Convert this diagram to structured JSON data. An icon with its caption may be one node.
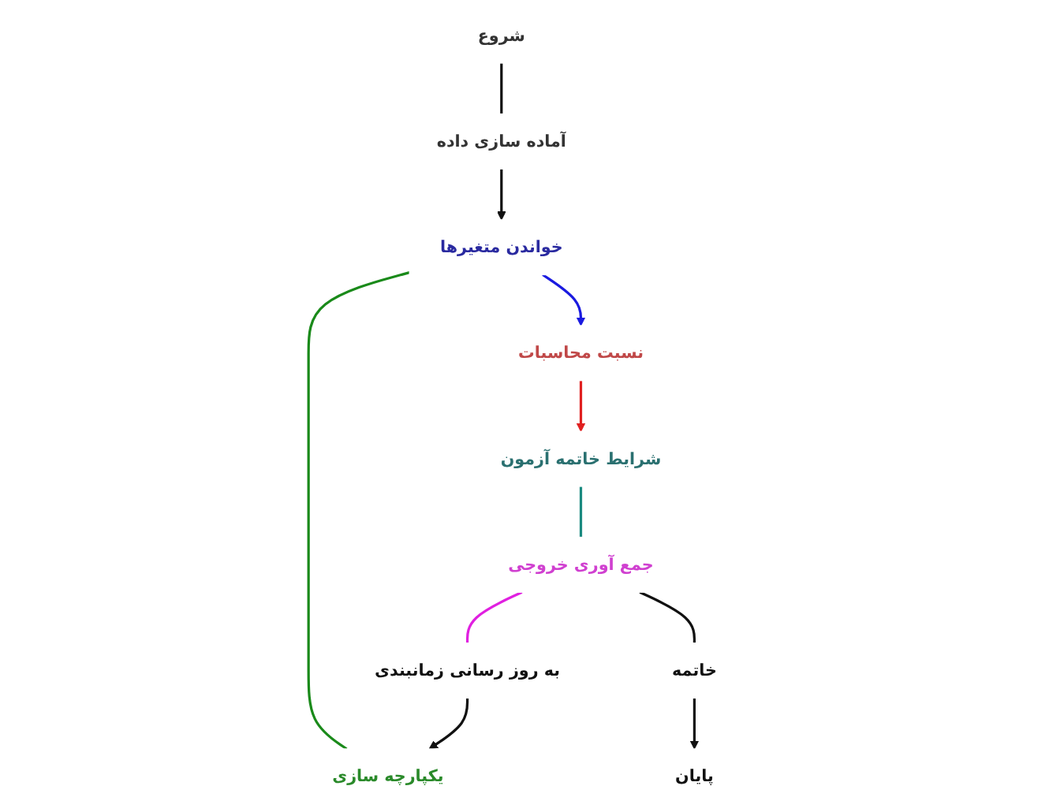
{
  "diagram": {
    "nodes": [
      {
        "text": [
          "شروع"
        ]
      },
      {
        "text": [
          "آماده سازی داده"
        ]
      },
      {
        "text": [
          "خواندن متغیرها"
        ]
      },
      {
        "text": [
          "نسبت محاسبات"
        ]
      },
      {
        "text": [
          "شرایط خاتمه آزمون"
        ]
      },
      {
        "text": [
          "جمع آوری خروجی"
        ]
      },
      {
        "text": [
          "به روز رسانی زمانبندی"
        ]
      },
      {
        "text": [
          "یکپارچه سازی"
        ]
      },
      {
        "text": [
          "خاتمه"
        ]
      },
      {
        "text": [
          "پایان"
        ]
      }
    ],
    "edges": [
      {
        "from": 0,
        "to": 1,
        "arrow": "none"
      },
      {
        "from": 1,
        "to": 2,
        "arrow": "to"
      },
      {
        "from": 2,
        "to": 3,
        "arrow": "to",
        "color": "#1a1ae0"
      },
      {
        "from": 3,
        "to": 4,
        "arrow": "to",
        "color": "#e02020"
      },
      {
        "from": 4,
        "to": 5,
        "arrow": "none",
        "color": "#1a8a80"
      },
      {
        "from": 5,
        "to": 6,
        "arrow": "none",
        "color": "#e020e0"
      },
      {
        "from": 6,
        "to": 7,
        "arrow": "to"
      },
      {
        "from": 7,
        "to": 2,
        "arrow": "none",
        "color": "#1a8a1a"
      },
      {
        "from": 5,
        "to": 8,
        "arrow": "none"
      },
      {
        "from": 8,
        "to": 9,
        "arrow": "to"
      }
    ]
  }
}
